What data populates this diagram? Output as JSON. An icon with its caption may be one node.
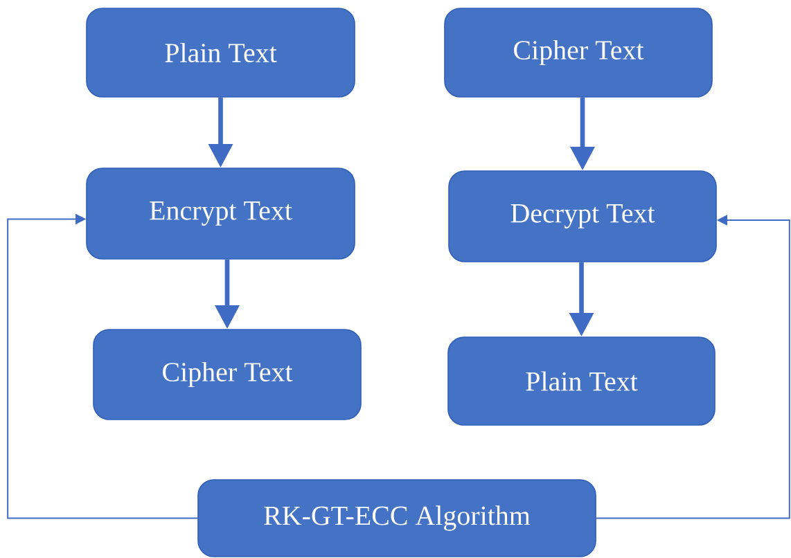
{
  "diagram": {
    "nodes": [
      {
        "text": [
          "Plain Text"
        ]
      },
      {
        "text": [
          "Encrypt Text"
        ]
      },
      {
        "text": [
          "Cipher Text"
        ]
      },
      {
        "text": [
          "Cipher Text"
        ]
      },
      {
        "text": [
          "Decrypt Text"
        ]
      },
      {
        "text": [
          "Plain Text"
        ]
      },
      {
        "text": [
          "RK-GT-ECC Algorithm"
        ]
      }
    ],
    "edges": [
      {
        "from": 0,
        "to": 1,
        "arrow": "to"
      },
      {
        "from": 1,
        "to": 2,
        "arrow": "to"
      },
      {
        "from": 3,
        "to": 4,
        "arrow": "to"
      },
      {
        "from": 4,
        "to": 5,
        "arrow": "to"
      },
      {
        "from": 6,
        "to": 1,
        "arrow": "to"
      },
      {
        "from": 6,
        "to": 4,
        "arrow": "to"
      }
    ]
  }
}
